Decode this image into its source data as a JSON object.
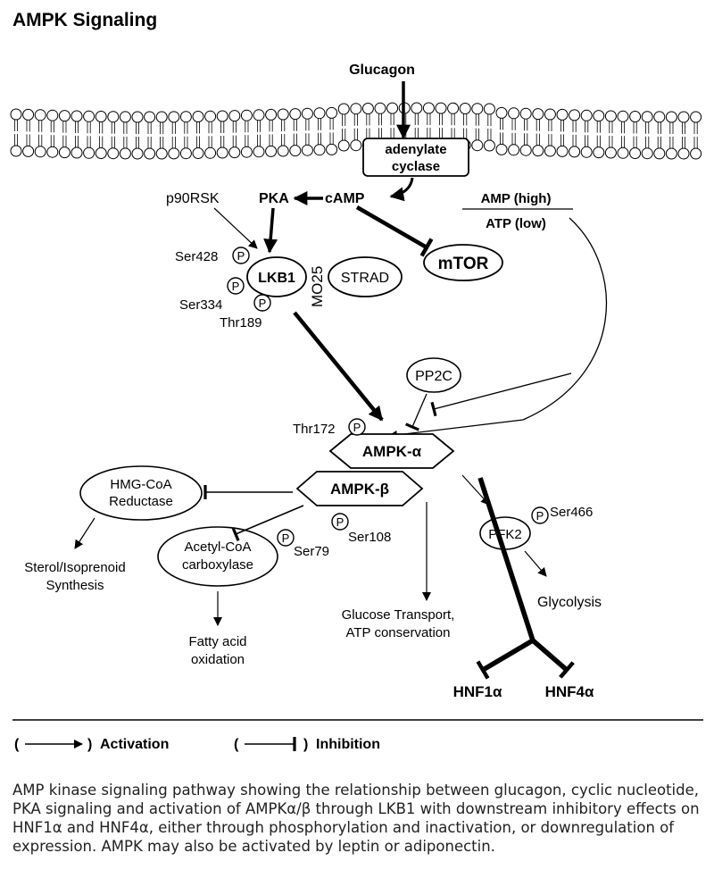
{
  "title": "AMPK Signaling",
  "nodes": {
    "glucagon": "Glucagon",
    "adenylate_line1": "adenylate",
    "adenylate_line2": "cyclase",
    "camp": "cAMP",
    "pka": "PKA",
    "p90rsk": "p90RSK",
    "amp_high": "AMP (high)",
    "atp_low": "ATP (low)",
    "mtor": "mTOR",
    "lkb1": "LKB1",
    "mo25": "MO25",
    "strad": "STRAD",
    "pp2c": "PP2C",
    "ampk_alpha": "AMPK-α",
    "ampk_beta": "AMPK-β",
    "hmg_line1": "HMG-CoA",
    "hmg_line2": "Reductase",
    "acc_line1": "Acetyl-CoA",
    "acc_line2": "carboxylase",
    "pfk2": "PFK2",
    "sterol_line1": "Sterol/Isoprenoid",
    "sterol_line2": "Synthesis",
    "fatty_line1": "Fatty acid",
    "fatty_line2": "oxidation",
    "glucose_line1": "Glucose Transport,",
    "glucose_line2": "ATP conservation",
    "glycolysis": "Glycolysis",
    "hnf1a": "HNF1α",
    "hnf4a": "HNF4α"
  },
  "sites": {
    "phospho_symbol": "P",
    "ser428": "Ser428",
    "ser334": "Ser334",
    "thr189": "Thr189",
    "thr172": "Thr172",
    "ser79": "Ser79",
    "ser108": "Ser108",
    "ser466": "Ser466"
  },
  "legend": {
    "activation": "Activation",
    "inhibition": "Inhibition",
    "open_paren": "(",
    "close_paren": ")"
  },
  "caption": "AMP kinase signaling pathway showing the relationship between glucagon, cyclic nucleotide, PKA signaling and activation of AMPKα/β through LKB1 with downstream inhibitory effects on HNF1α and HNF4α, either through phosphorylation and inactivation, or downregulation of expression. AMPK may also be activated by leptin or adiponectin."
}
